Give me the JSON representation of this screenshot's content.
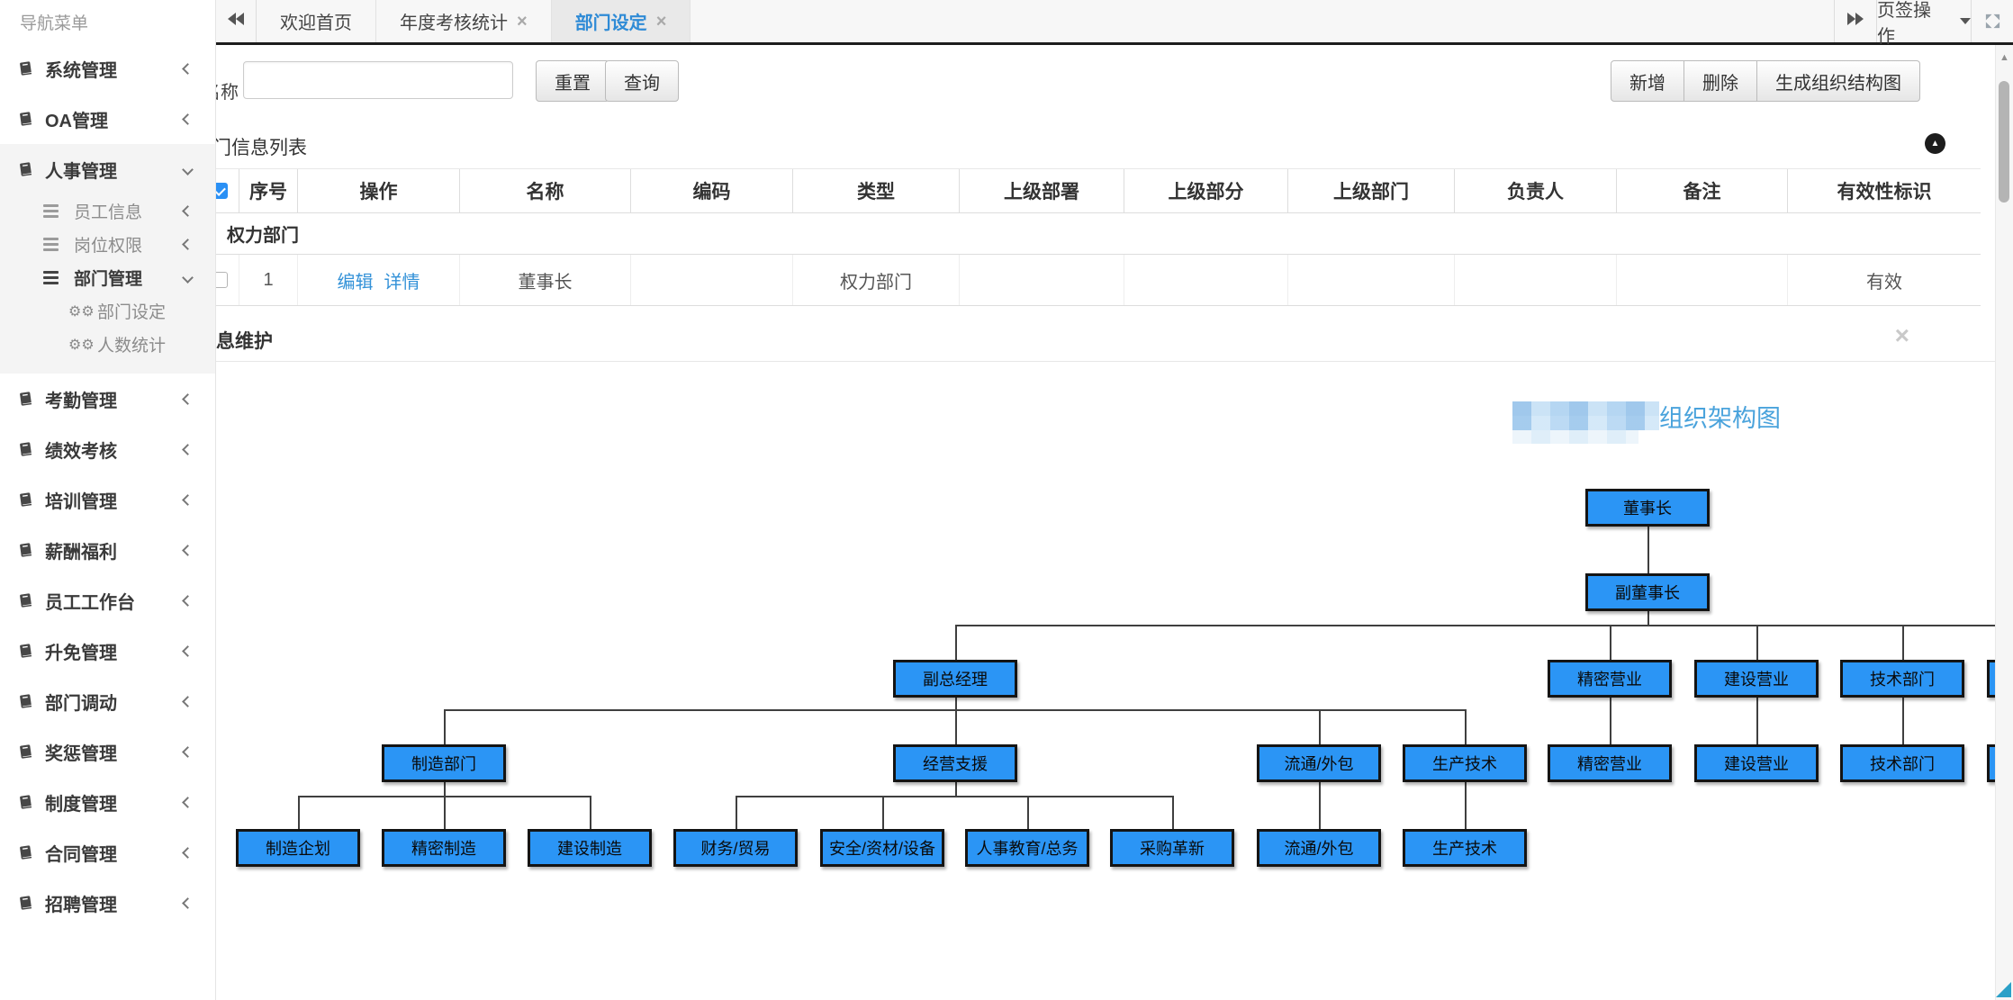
{
  "sidebar": {
    "header": "导航菜单",
    "items_top": [
      {
        "id": "system",
        "label": "系统管理",
        "chevron": "left"
      },
      {
        "id": "oa",
        "label": "OA管理",
        "chevron": "left"
      }
    ],
    "hr_section": {
      "id": "hr",
      "label": "人事管理",
      "chevron": "down",
      "children": [
        {
          "id": "emp-info",
          "label": "员工信息",
          "chevron": "left",
          "bold": false
        },
        {
          "id": "post-perm",
          "label": "岗位权限",
          "chevron": "left",
          "bold": false
        },
        {
          "id": "dept-mgmt",
          "label": "部门管理",
          "chevron": "down",
          "bold": true
        }
      ],
      "dept_children": [
        {
          "id": "dept-setting",
          "label": "部门设定"
        },
        {
          "id": "headcount",
          "label": "人数统计"
        }
      ]
    },
    "items_bottom": [
      {
        "id": "attendance",
        "label": "考勤管理",
        "chevron": "left"
      },
      {
        "id": "performance",
        "label": "绩效考核",
        "chevron": "left"
      },
      {
        "id": "training",
        "label": "培训管理",
        "chevron": "left"
      },
      {
        "id": "salary",
        "label": "薪酬福利",
        "chevron": "left"
      },
      {
        "id": "workbench",
        "label": "员工工作台",
        "chevron": "left"
      },
      {
        "id": "promotion",
        "label": "升免管理",
        "chevron": "left"
      },
      {
        "id": "dept-transfer",
        "label": "部门调动",
        "chevron": "left"
      },
      {
        "id": "reward",
        "label": "奖惩管理",
        "chevron": "left"
      },
      {
        "id": "policy",
        "label": "制度管理",
        "chevron": "left"
      },
      {
        "id": "contract",
        "label": "合同管理",
        "chevron": "left"
      },
      {
        "id": "recruit",
        "label": "招聘管理",
        "chevron": "left"
      }
    ]
  },
  "tabbar": {
    "page_ops_label": "页签操作",
    "tabs": [
      {
        "label": "欢迎首页",
        "closable": false,
        "active": false
      },
      {
        "label": "年度考核统计",
        "closable": true,
        "active": false
      },
      {
        "label": "部门设定",
        "closable": true,
        "active": true
      }
    ]
  },
  "toolbar": {
    "name_label": "名称",
    "name_value": "",
    "reset_label": "重置",
    "search_label": "查询",
    "add_label": "新增",
    "delete_label": "删除",
    "generate_label": "生成组织结构图"
  },
  "dept_list": {
    "title": "部门信息列表",
    "columns": [
      "序号",
      "操作",
      "名称",
      "编码",
      "类型",
      "上级部署",
      "上级部分",
      "上级部门",
      "负责人",
      "备注",
      "有效性标识"
    ],
    "group_label": "权力部门",
    "rows": [
      {
        "seq": "1",
        "actions": [
          "编辑",
          "详情"
        ],
        "name": "董事长",
        "code": "",
        "type": "权力部门",
        "sup1": "",
        "sup2": "",
        "sup3": "",
        "owner": "",
        "remark": "",
        "valid": "有效"
      }
    ]
  },
  "maintain_panel": {
    "title": "息维护"
  },
  "org_chart": {
    "title": "组织架构图",
    "levels": [
      [
        "董事长"
      ],
      [
        "副董事长"
      ],
      [
        "副总经理",
        "精密营业",
        "建设营业",
        "技术部门",
        ""
      ],
      [
        "制造部门",
        "经营支援",
        "流通/外包",
        "生产技术",
        "精密营业",
        "建设营业",
        "技术部门",
        ""
      ],
      [
        "制造企划",
        "精密制造",
        "建设制造",
        "财务/贸易",
        "安全/资材/设备",
        "人事教育/总务",
        "采购革新",
        "流通/外包",
        "生产技术"
      ]
    ]
  },
  "colors": {
    "accent_blue": "#2F8BD6",
    "org_node_fill": "#2B95F5",
    "org_title_blue": "#4AA3DC",
    "corner_marker": "#2AA0C8"
  }
}
